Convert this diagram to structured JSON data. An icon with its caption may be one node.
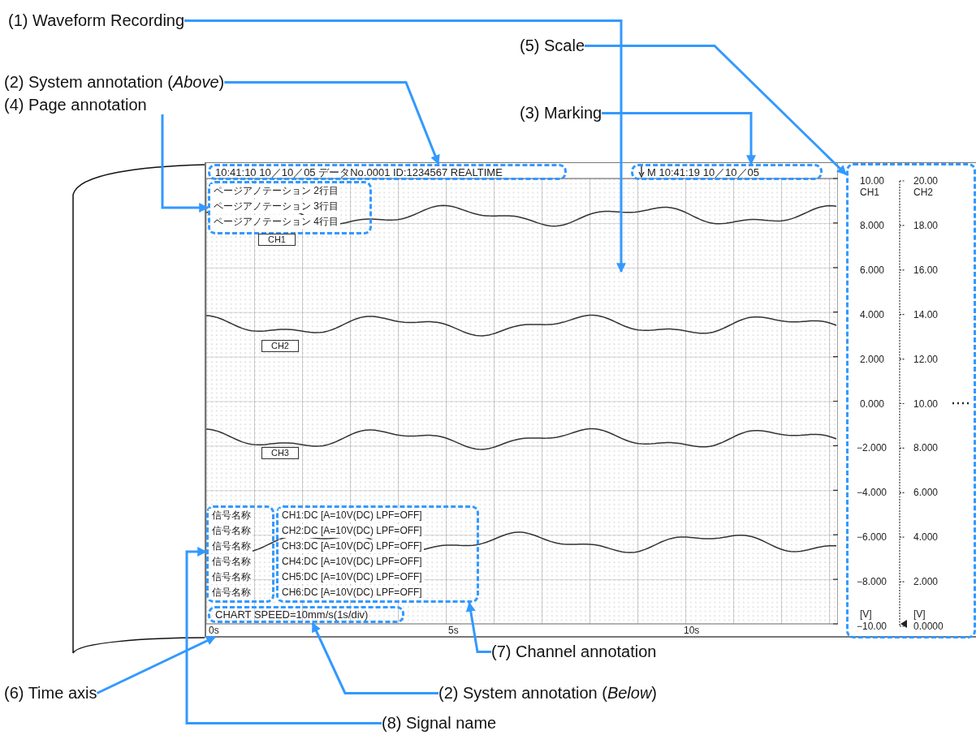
{
  "diagram": {
    "nodes": [
      {
        "text": [],
        "shape": "box"
      },
      {
        "text": [
          "10:41:10 10／10／05 データNo.0001 ID:1234567 REALTIME"
        ],
        "in": 0
      },
      {
        "text": [
          "M 10:41:19 10／10／05"
        ],
        "in": 0
      },
      {
        "text": [
          "ページアノテーション 2行目",
          "ページアノテーション 3行目",
          "ページアノテーション 4行目"
        ],
        "in": 0
      },
      {
        "text": [
          "CH1"
        ],
        "in": 0
      },
      {
        "text": [
          "CH2"
        ],
        "in": 0
      },
      {
        "text": [
          "CH3"
        ],
        "in": 0
      },
      {
        "text": [
          "信号名称",
          "信号名称",
          "信号名称",
          "信号名称",
          "信号名称",
          "信号名称"
        ],
        "in": 0
      },
      {
        "text": [
          "CH1:DC [A=10V(DC) LPF=OFF]",
          "CH2:DC [A=10V(DC) LPF=OFF]",
          "CH3:DC [A=10V(DC) LPF=OFF]",
          "CH4:DC [A=10V(DC) LPF=OFF]",
          "CH5:DC [A=10V(DC) LPF=OFF]",
          "CH6:DC [A=10V(DC) LPF=OFF]"
        ],
        "in": 0
      },
      {
        "text": [
          "CHART SPEED=10mm/s(1s/div)"
        ],
        "in": 0
      },
      {
        "text": [
          "0s",
          "5s",
          "10s"
        ],
        "in": 0
      },
      {
        "text": [
          "10.00",
          "CH1",
          "8.000",
          "6.000",
          "4.000",
          "2.000",
          "0.000",
          "−2.000",
          "−4.000",
          "−6.000",
          "−8.000",
          "[V]",
          "−10.00",
          "20.00",
          "CH2",
          "18.00",
          "16.00",
          "14.00",
          "12.00",
          "10.00",
          "8.000",
          "6.000",
          "4.000",
          "2.000",
          "[V]",
          "0.0000"
        ],
        "in": 0
      },
      {
        "text": [
          "(1) Waveform Recording"
        ]
      },
      {
        "text": [
          "(2) System annotation (*Above*)"
        ]
      },
      {
        "text": [
          "(4) Page annotation"
        ]
      },
      {
        "text": [
          "(5) Scale"
        ]
      },
      {
        "text": [
          "(3) Marking"
        ]
      },
      {
        "text": [
          "(7) Channel annotation"
        ]
      },
      {
        "text": [
          "(6) Time axis"
        ]
      },
      {
        "text": [
          "(2) System annotation (*Below*)"
        ]
      },
      {
        "text": [
          "(8) Signal name"
        ]
      }
    ],
    "edges": [
      {
        "from": 12,
        "to": 0,
        "arrow": "to"
      },
      {
        "from": 13,
        "to": 1,
        "arrow": "to"
      },
      {
        "from": 14,
        "to": 3,
        "arrow": "to"
      },
      {
        "from": 15,
        "to": 11,
        "arrow": "to"
      },
      {
        "from": 16,
        "to": 2,
        "arrow": "to"
      },
      {
        "from": 17,
        "to": 8,
        "arrow": "to"
      },
      {
        "from": 18,
        "to": 10,
        "arrow": "to"
      },
      {
        "from": 19,
        "to": 9,
        "arrow": "to"
      },
      {
        "from": 20,
        "to": 7,
        "arrow": "to"
      }
    ]
  }
}
